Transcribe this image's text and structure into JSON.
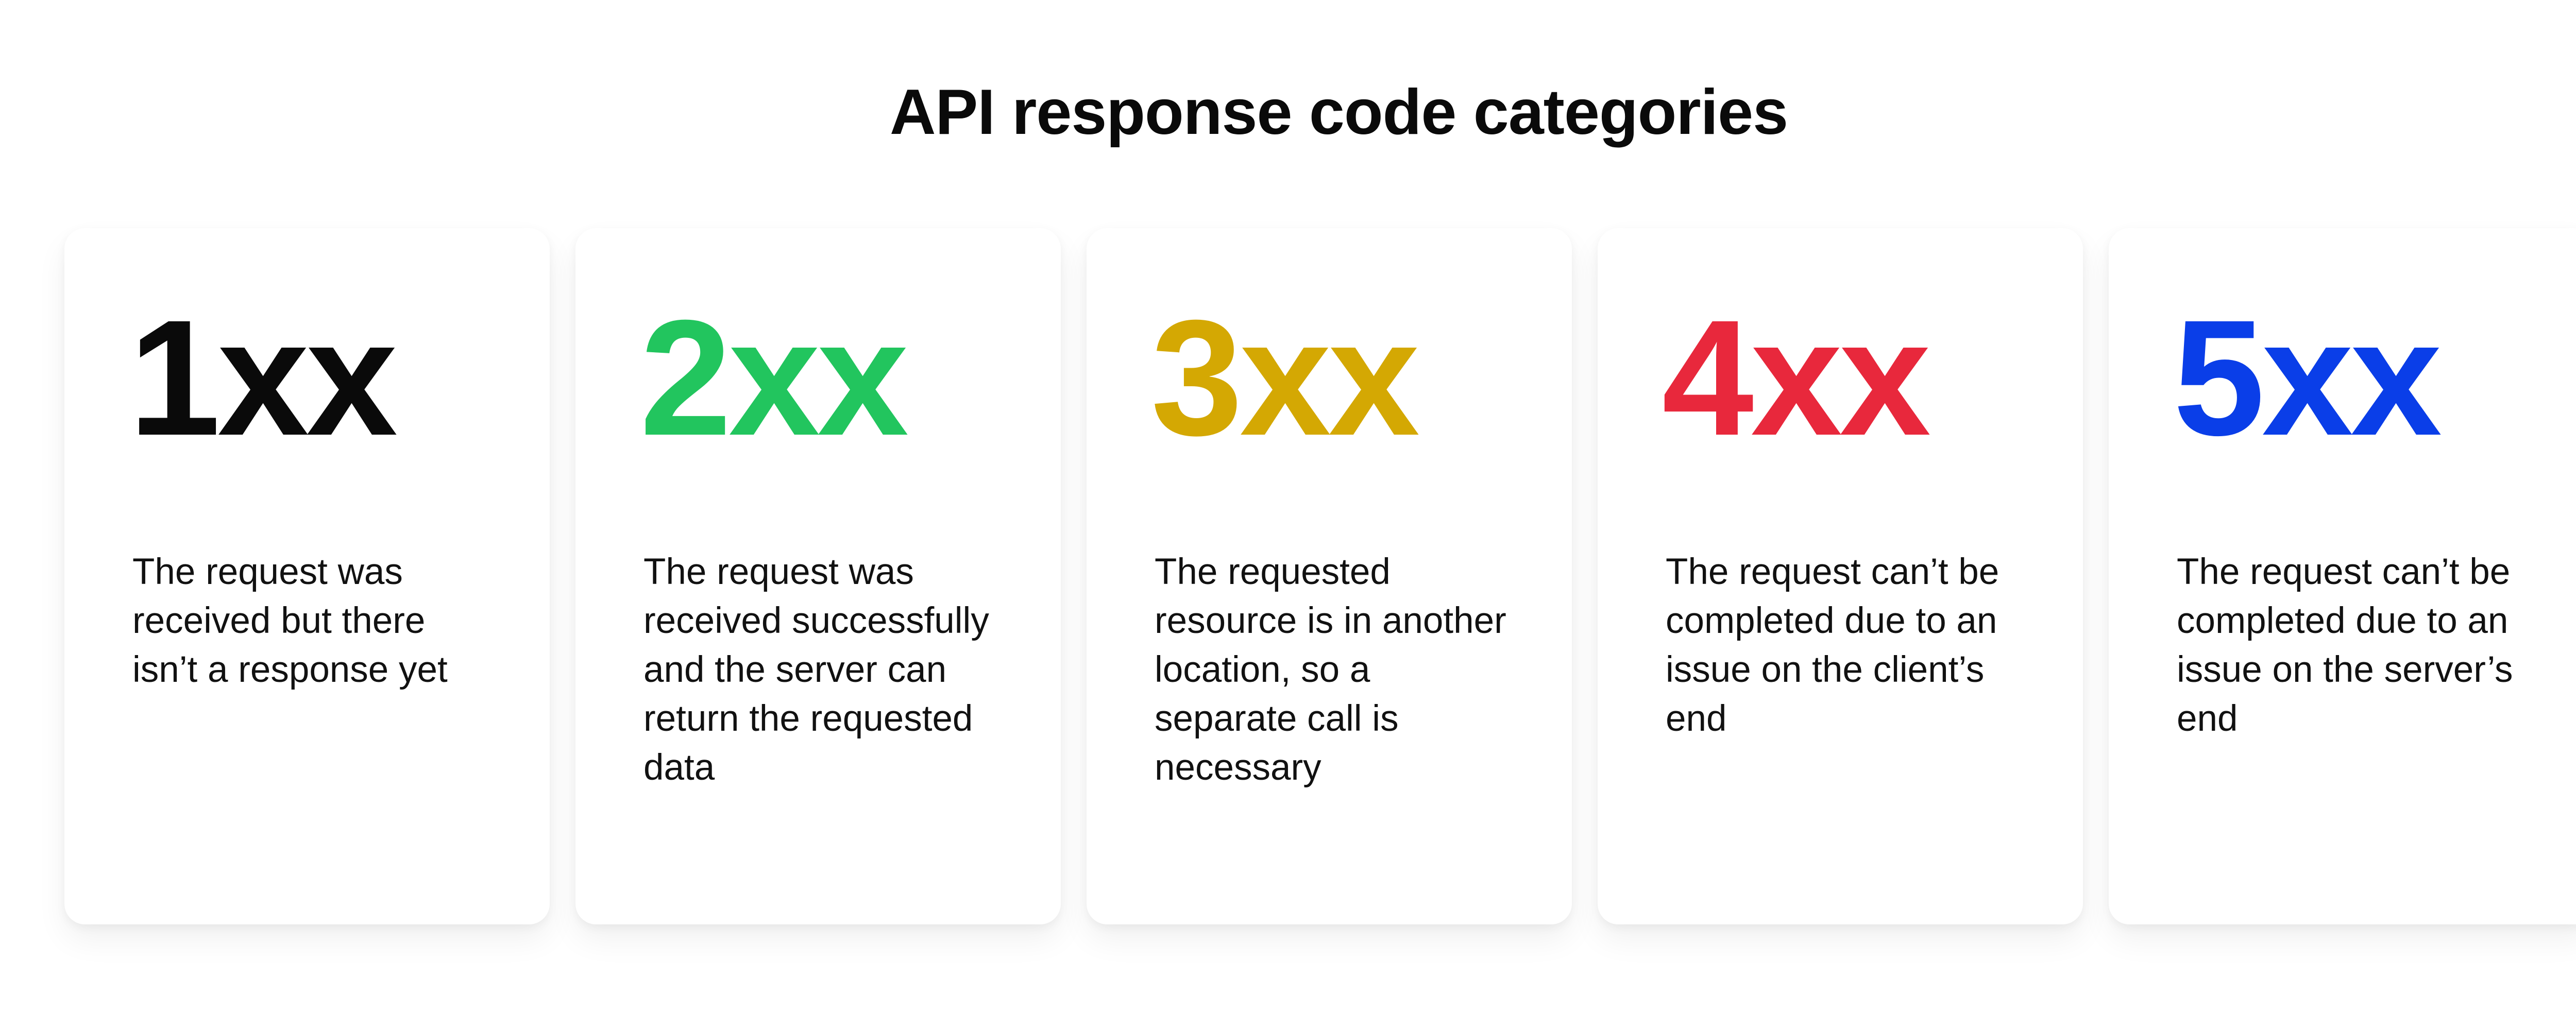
{
  "title": "API response code categories",
  "cards": [
    {
      "code": "1xx",
      "color": "#0a0a0a",
      "description": "The request was received but there isn’t a response yet"
    },
    {
      "code": "2xx",
      "color": "#22c55e",
      "description": "The request was received successfully and the server can return the requested data"
    },
    {
      "code": "3xx",
      "color": "#d4a803",
      "description": "The requested resource is in another location, so a separate call is necessary"
    },
    {
      "code": "4xx",
      "color": "#e8283c",
      "description": "The request can’t be completed due to an issue on the client’s end"
    },
    {
      "code": "5xx",
      "color": "#0a3ee8",
      "description": "The request can’t be completed due to an issue on the server’s end"
    }
  ]
}
